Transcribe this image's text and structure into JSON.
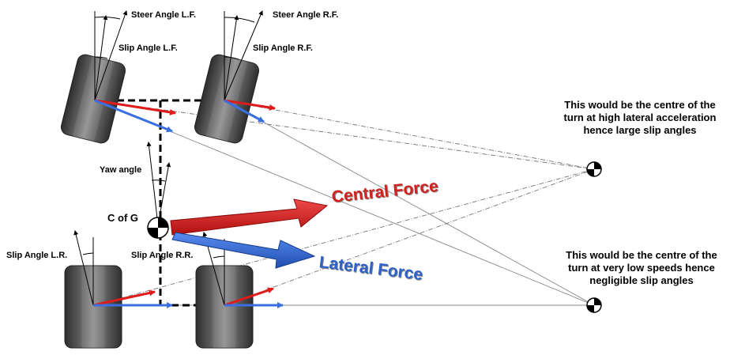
{
  "labels": {
    "steer_lf": "Steer Angle L.F.",
    "steer_rf": "Steer Angle R.F.",
    "slip_lf": "Slip Angle L.F.",
    "slip_rf": "Slip Angle R.F.",
    "yaw": "Yaw angle",
    "cog": "C of G",
    "slip_lr": "Slip Angle L.R.",
    "slip_rr": "Slip Angle R.R.",
    "central_force": "Central Force",
    "lateral_force": "Lateral Force"
  },
  "notes": {
    "high_accel": "This would be the centre of the turn at high lateral acceleration hence large slip angles",
    "low_speed": "This would be the centre of the turn at very low speeds hence negligible slip angles"
  },
  "colors": {
    "central_force": "#d42020",
    "lateral_force": "#2f62c8",
    "red_arrow": "#e01b1b",
    "blue_arrow": "#3a6fe0",
    "tire_dark": "#3c3c3c",
    "tire_light": "#9a9a9a"
  }
}
